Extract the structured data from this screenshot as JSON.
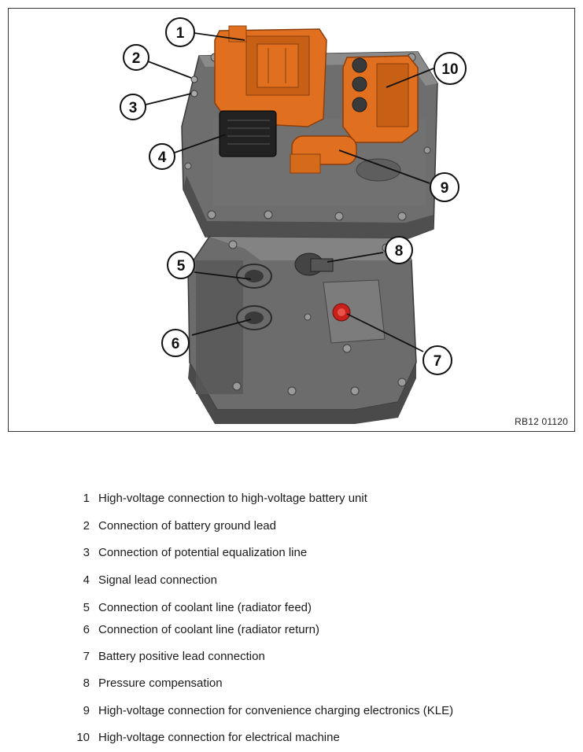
{
  "figure": {
    "code": "RB12 01120",
    "callouts": [
      "1",
      "2",
      "3",
      "4",
      "5",
      "6",
      "7",
      "8",
      "9",
      "10"
    ]
  },
  "legend": [
    {
      "num": "1",
      "text": "High-voltage connection to high-voltage battery unit"
    },
    {
      "num": "2",
      "text": "Connection of battery ground lead"
    },
    {
      "num": "3",
      "text": "Connection of potential equalization line"
    },
    {
      "num": "4",
      "text": "Signal lead connection"
    },
    {
      "num": "5",
      "text": "Connection of coolant line (radiator feed)"
    },
    {
      "num": "6",
      "text": "Connection of coolant line (radiator return)"
    },
    {
      "num": "7",
      "text": "Battery positive lead connection"
    },
    {
      "num": "8",
      "text": "Pressure compensation"
    },
    {
      "num": "9",
      "text": "High-voltage connection for convenience charging electronics (KLE)"
    },
    {
      "num": "10",
      "text": "High-voltage connection for electrical machine"
    }
  ],
  "colors": {
    "housing": "#6e6e6e",
    "housing_dark": "#4a4a4a",
    "housing_light": "#8c8c8c",
    "hv_orange": "#e0701f",
    "terminal_red": "#c8201a"
  }
}
